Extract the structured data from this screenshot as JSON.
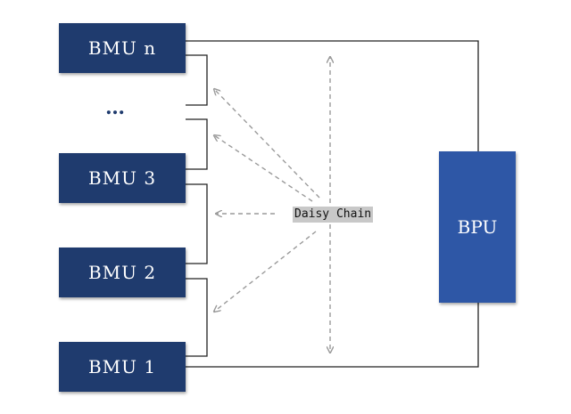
{
  "diagram": {
    "bmu_nodes": [
      {
        "id": "bmu-n",
        "label": "BMU n"
      },
      {
        "id": "bmu-3",
        "label": "BMU 3"
      },
      {
        "id": "bmu-2",
        "label": "BMU 2"
      },
      {
        "id": "bmu-1",
        "label": "BMU 1"
      }
    ],
    "ellipsis": "…",
    "bpu": {
      "label": "BPU"
    },
    "chain_label": "Daisy Chain",
    "colors": {
      "bmu_fill": "#1f3b6e",
      "bpu_fill": "#2e57a6",
      "line": "#222222",
      "arrow": "#9a9a9a",
      "label_bg": "#c8c8c8"
    }
  }
}
